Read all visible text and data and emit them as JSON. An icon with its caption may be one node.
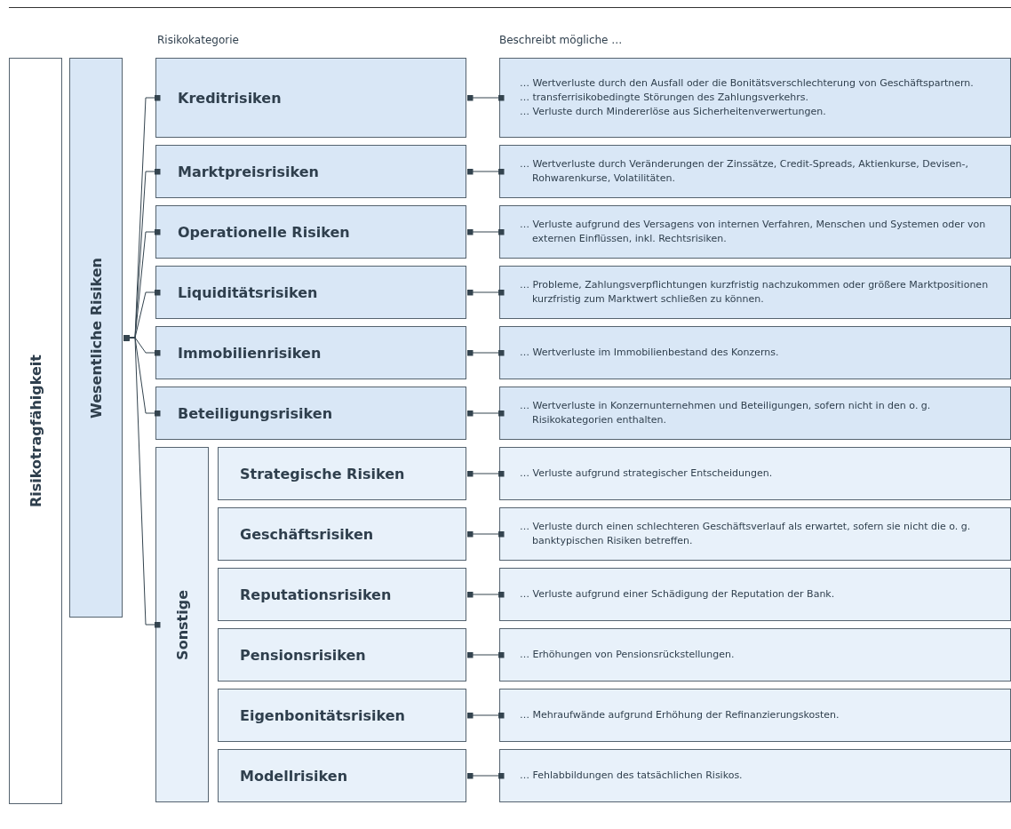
{
  "diagram": {
    "nodes": [
      {
        "text": [
          "Risikotragfähigkeit"
        ]
      },
      {
        "text": [
          "Wesentliche Risiken"
        ]
      },
      {
        "text": [
          "Kreditrisiken"
        ]
      },
      {
        "text": [
          "… Wertverluste durch den Ausfall oder die Bonitätsverschlechterung von Geschäftspartnern.",
          "… transferrisikobedingte Störungen des Zahlungsverkehrs.",
          "… Verluste durch Mindererlöse aus Sicherheitenverwertungen."
        ]
      },
      {
        "text": [
          "Marktpreisrisiken"
        ]
      },
      {
        "text": [
          "… Wertverluste durch Veränderungen der Zinssätze, Credit-Spreads, Aktienkurse, Devisen-, Rohwarenkurse, Volatilitäten."
        ]
      },
      {
        "text": [
          "Operationelle Risiken"
        ]
      },
      {
        "text": [
          "… Verluste aufgrund des Versagens von internen Verfahren, Menschen und Systemen oder von externen Einflüssen, inkl. Rechtsrisiken."
        ]
      },
      {
        "text": [
          "Liquiditätsrisiken"
        ]
      },
      {
        "text": [
          "… Probleme, Zahlungsverpflichtungen kurzfristig nachzukommen oder größere Marktpositionen kurzfristig zum Marktwert schließen zu können."
        ]
      },
      {
        "text": [
          "Immobilienrisiken"
        ]
      },
      {
        "text": [
          "… Wertverluste im Immobilienbestand des Konzerns."
        ]
      },
      {
        "text": [
          "Beteiligungsrisiken"
        ]
      },
      {
        "text": [
          "… Wertverluste in Konzernunternehmen und Beteiligungen, sofern nicht in den o. g. Risikokategorien enthalten."
        ]
      },
      {
        "text": [
          "Sonstige"
        ]
      },
      {
        "text": [
          "Strategische Risiken"
        ]
      },
      {
        "text": [
          "… Verluste aufgrund strategischer Entscheidungen."
        ]
      },
      {
        "text": [
          "Geschäftsrisiken"
        ]
      },
      {
        "text": [
          "… Verluste durch einen schlechteren Geschäftsverlauf als erwartet, sofern sie nicht die o. g. banktypischen Risiken betreffen."
        ]
      },
      {
        "text": [
          "Reputationsrisiken"
        ]
      },
      {
        "text": [
          "… Verluste aufgrund einer Schädigung der Reputation der Bank."
        ]
      },
      {
        "text": [
          "Pensionsrisiken"
        ]
      },
      {
        "text": [
          "… Erhöhungen von Pensionsrückstellungen."
        ]
      },
      {
        "text": [
          "Eigenbonitätsrisiken"
        ]
      },
      {
        "text": [
          "… Mehraufwände aufgrund Erhöhung der Refinanzierungskosten."
        ]
      },
      {
        "text": [
          "Modellrisiken"
        ]
      },
      {
        "text": [
          "… Fehlabbildungen des tatsächlichen Risikos."
        ]
      }
    ],
    "edges": [
      {
        "from": 1,
        "to": 2,
        "arrow": "other"
      },
      {
        "from": 1,
        "to": 4,
        "arrow": "other"
      },
      {
        "from": 1,
        "to": 6,
        "arrow": "other"
      },
      {
        "from": 1,
        "to": 8,
        "arrow": "other"
      },
      {
        "from": 1,
        "to": 10,
        "arrow": "other"
      },
      {
        "from": 1,
        "to": 12,
        "arrow": "other"
      },
      {
        "from": 1,
        "to": 14,
        "arrow": "other"
      },
      {
        "from": 2,
        "to": 3,
        "arrow": "other"
      },
      {
        "from": 4,
        "to": 5,
        "arrow": "other"
      },
      {
        "from": 6,
        "to": 7,
        "arrow": "other"
      },
      {
        "from": 8,
        "to": 9,
        "arrow": "other"
      },
      {
        "from": 10,
        "to": 11,
        "arrow": "other"
      },
      {
        "from": 12,
        "to": 13,
        "arrow": "other"
      },
      {
        "from": 15,
        "to": 16,
        "arrow": "other"
      },
      {
        "from": 17,
        "to": 18,
        "arrow": "other"
      },
      {
        "from": 19,
        "to": 20,
        "arrow": "other"
      },
      {
        "from": 21,
        "to": 22,
        "arrow": "other"
      },
      {
        "from": 23,
        "to": 24,
        "arrow": "other"
      },
      {
        "from": 25,
        "to": 26,
        "arrow": "other"
      }
    ],
    "labels": [
      "Risikokategorie",
      "Beschreibt mögliche …"
    ]
  }
}
